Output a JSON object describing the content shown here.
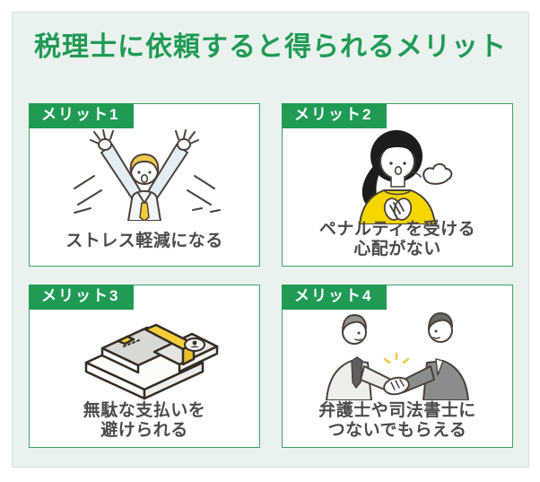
{
  "title": "税理士に依頼すると得られるメリット",
  "colors": {
    "accent_green": "#1f9b55",
    "panel_background": "#eaf2ed",
    "card_border_green": "#3ca368",
    "tag_background": "#1f9b55",
    "tag_text": "#ffffff",
    "title_text": "#1f9b55",
    "caption_text": "#4b4b4b",
    "illustration_yellow": "#f2cf3a",
    "page_background": "#ffffff"
  },
  "cards": [
    {
      "tag": "メリット1",
      "illustration": "cheering-person-icon",
      "caption_lines": [
        "ストレス軽減になる"
      ]
    },
    {
      "tag": "メリット2",
      "illustration": "relieved-woman-icon",
      "caption_lines": [
        "ペナルティを受ける",
        "心配がない"
      ]
    },
    {
      "tag": "メリット3",
      "illustration": "money-bundles-icon",
      "caption_lines": [
        "無駄な支払いを",
        "避けられる"
      ]
    },
    {
      "tag": "メリット4",
      "illustration": "handshake-businessmen-icon",
      "caption_lines": [
        "弁護士や司法書士に",
        "つないでもらえる"
      ]
    }
  ]
}
